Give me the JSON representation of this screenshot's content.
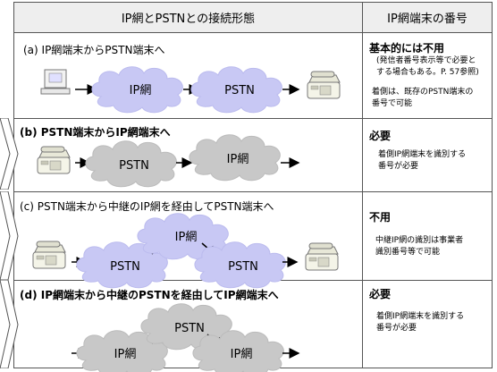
{
  "header": {
    "left": "IP網とPSTNとの接続形態",
    "right": "IP網端末の番号"
  },
  "rows": [
    {
      "title": "(a) IP網端末からPSTN端末へ",
      "clouds": [
        "IP網",
        "PSTN"
      ],
      "note_head": "基本的には不用",
      "note_lines": [
        "(発信者番号表示等で必要と",
        "する場合もある。P. 57参照)"
      ],
      "note_tail": [
        "着側は、既存のPSTN端末の",
        "番号で可能"
      ]
    },
    {
      "title": "(b) PSTN端末からIP網端末へ",
      "clouds": [
        "PSTN",
        "IP網"
      ],
      "note_head": "必要",
      "note_lines": [
        "着側IP網端末を識別する",
        "番号が必要"
      ]
    },
    {
      "title": "(c) PSTN端末から中継のIP網を経由してPSTN端末へ",
      "clouds": [
        "PSTN",
        "IP網",
        "PSTN"
      ],
      "note_head": "不用",
      "note_lines": [
        "中継IP網の識別は事業者",
        "識別番号等で可能"
      ]
    },
    {
      "title": "(d) IP網端末から中継のPSTNを経由してIP網端末へ",
      "clouds": [
        "IP網",
        "PSTN",
        "IP網"
      ],
      "note_head": "必要",
      "note_lines": [
        "着側IP網端末を識別する",
        "番号が必要"
      ]
    }
  ],
  "colors": {
    "ip_cloud": "#c8c8f4",
    "pstn_cloud": "#c8c8c8",
    "grid": "#555555",
    "header_bg": "#eeeeee"
  }
}
